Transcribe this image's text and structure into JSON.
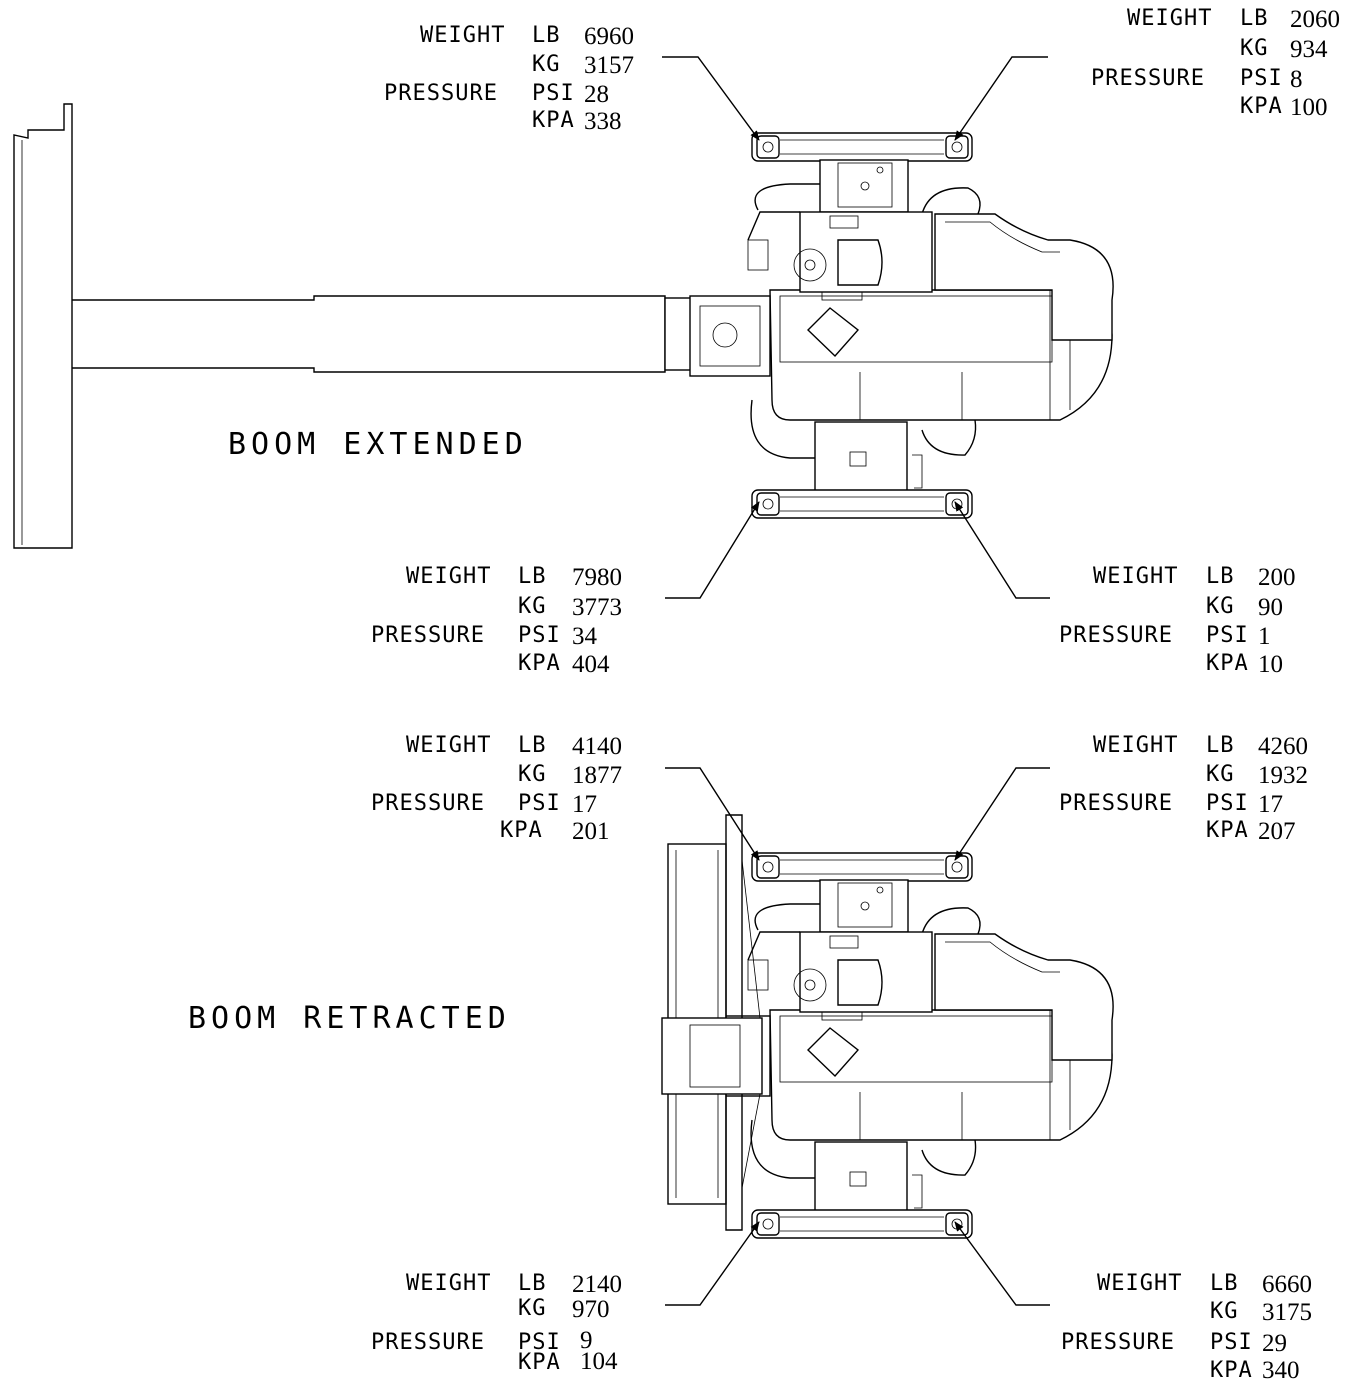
{
  "views": [
    {
      "title": "BOOM EXTENDED",
      "corners": [
        {
          "weight_label": "WEIGHT",
          "lb_label": "LB",
          "lb": "6960",
          "kg_label": "KG",
          "kg": "3157",
          "pressure_label": "PRESSURE",
          "psi_label": "PSI",
          "psi": "28",
          "kpa_label": "KPA",
          "kpa": "338"
        },
        {
          "weight_label": "WEIGHT",
          "lb_label": "LB",
          "lb": "2060",
          "kg_label": "KG",
          "kg": "934",
          "pressure_label": "PRESSURE",
          "psi_label": "PSI",
          "psi": "8",
          "kpa_label": "KPA",
          "kpa": "100"
        },
        {
          "weight_label": "WEIGHT",
          "lb_label": "LB",
          "lb": "7980",
          "kg_label": "KG",
          "kg": "3773",
          "pressure_label": "PRESSURE",
          "psi_label": "PSI",
          "psi": "34",
          "kpa_label": "KPA",
          "kpa": "404"
        },
        {
          "weight_label": "WEIGHT",
          "lb_label": "LB",
          "lb": "200",
          "kg_label": "KG",
          "kg": "90",
          "pressure_label": "PRESSURE",
          "psi_label": "PSI",
          "psi": "1",
          "kpa_label": "KPA",
          "kpa": "10"
        }
      ]
    },
    {
      "title": "BOOM RETRACTED",
      "corners": [
        {
          "weight_label": "WEIGHT",
          "lb_label": "LB",
          "lb": "4140",
          "kg_label": "KG",
          "kg": "1877",
          "pressure_label": "PRESSURE",
          "psi_label": "PSI",
          "psi": "17",
          "kpa_label": "KPA",
          "kpa": "201"
        },
        {
          "weight_label": "WEIGHT",
          "lb_label": "LB",
          "lb": "4260",
          "kg_label": "KG",
          "kg": "1932",
          "pressure_label": "PRESSURE",
          "psi_label": "PSI",
          "psi": "17",
          "kpa_label": "KPA",
          "kpa": "207"
        },
        {
          "weight_label": "WEIGHT",
          "lb_label": "LB",
          "lb": "2140",
          "kg_label": "KG",
          "kg": "970",
          "pressure_label": "PRESSURE",
          "psi_label": "PSI",
          "psi": "9",
          "kpa_label": "KPA",
          "kpa": "104"
        },
        {
          "weight_label": "WEIGHT",
          "lb_label": "LB",
          "lb": "6660",
          "kg_label": "KG",
          "kg": "3175",
          "pressure_label": "PRESSURE",
          "psi_label": "PSI",
          "psi": "29",
          "kpa_label": "KPA",
          "kpa": "340"
        }
      ]
    }
  ]
}
